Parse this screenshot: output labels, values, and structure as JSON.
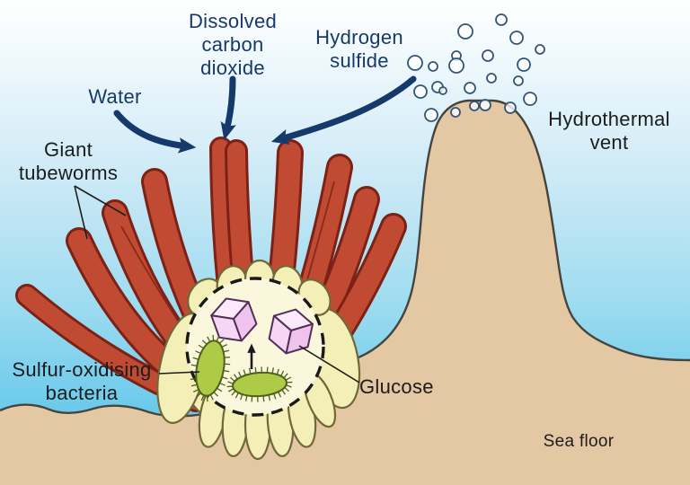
{
  "labels": {
    "water": "Water",
    "dissolved_co2": "Dissolved\ncarbon\ndioxide",
    "hydrogen_sulfide": "Hydrogen\nsulfide",
    "hydrothermal_vent": "Hydrothermal\nvent",
    "giant_tubeworms": "Giant\ntubeworms",
    "sulfur_bacteria": "Sulfur-oxidising\nbacteria",
    "glucose": "Glucose",
    "sea_floor": "Sea floor"
  },
  "colors": {
    "label_navy": "#16396b",
    "label_black": "#1c1c1c",
    "arrow_navy": "#16396b",
    "water_top": "#ffffff",
    "water_bottom": "#4fc0e8",
    "seafloor_sand": "#e4c7a3",
    "seafloor_outline": "#45453e",
    "tubeworm_red": "#c14b32",
    "tubeworm_outline": "#7c2115",
    "body_cream": "#f3efb7",
    "inset_cream": "#faf7dd",
    "body_outline": "#70683a",
    "bacteria_green": "#aecb48",
    "bacteria_outline": "#50611e",
    "glucose_pink_top": "#fce9fc",
    "glucose_pink_light": "#f7d6f5",
    "glucose_pink_dark": "#efc3ee",
    "glucose_outline": "#503057",
    "bubble_outline": "#355577",
    "inset_dash": "#191919"
  }
}
